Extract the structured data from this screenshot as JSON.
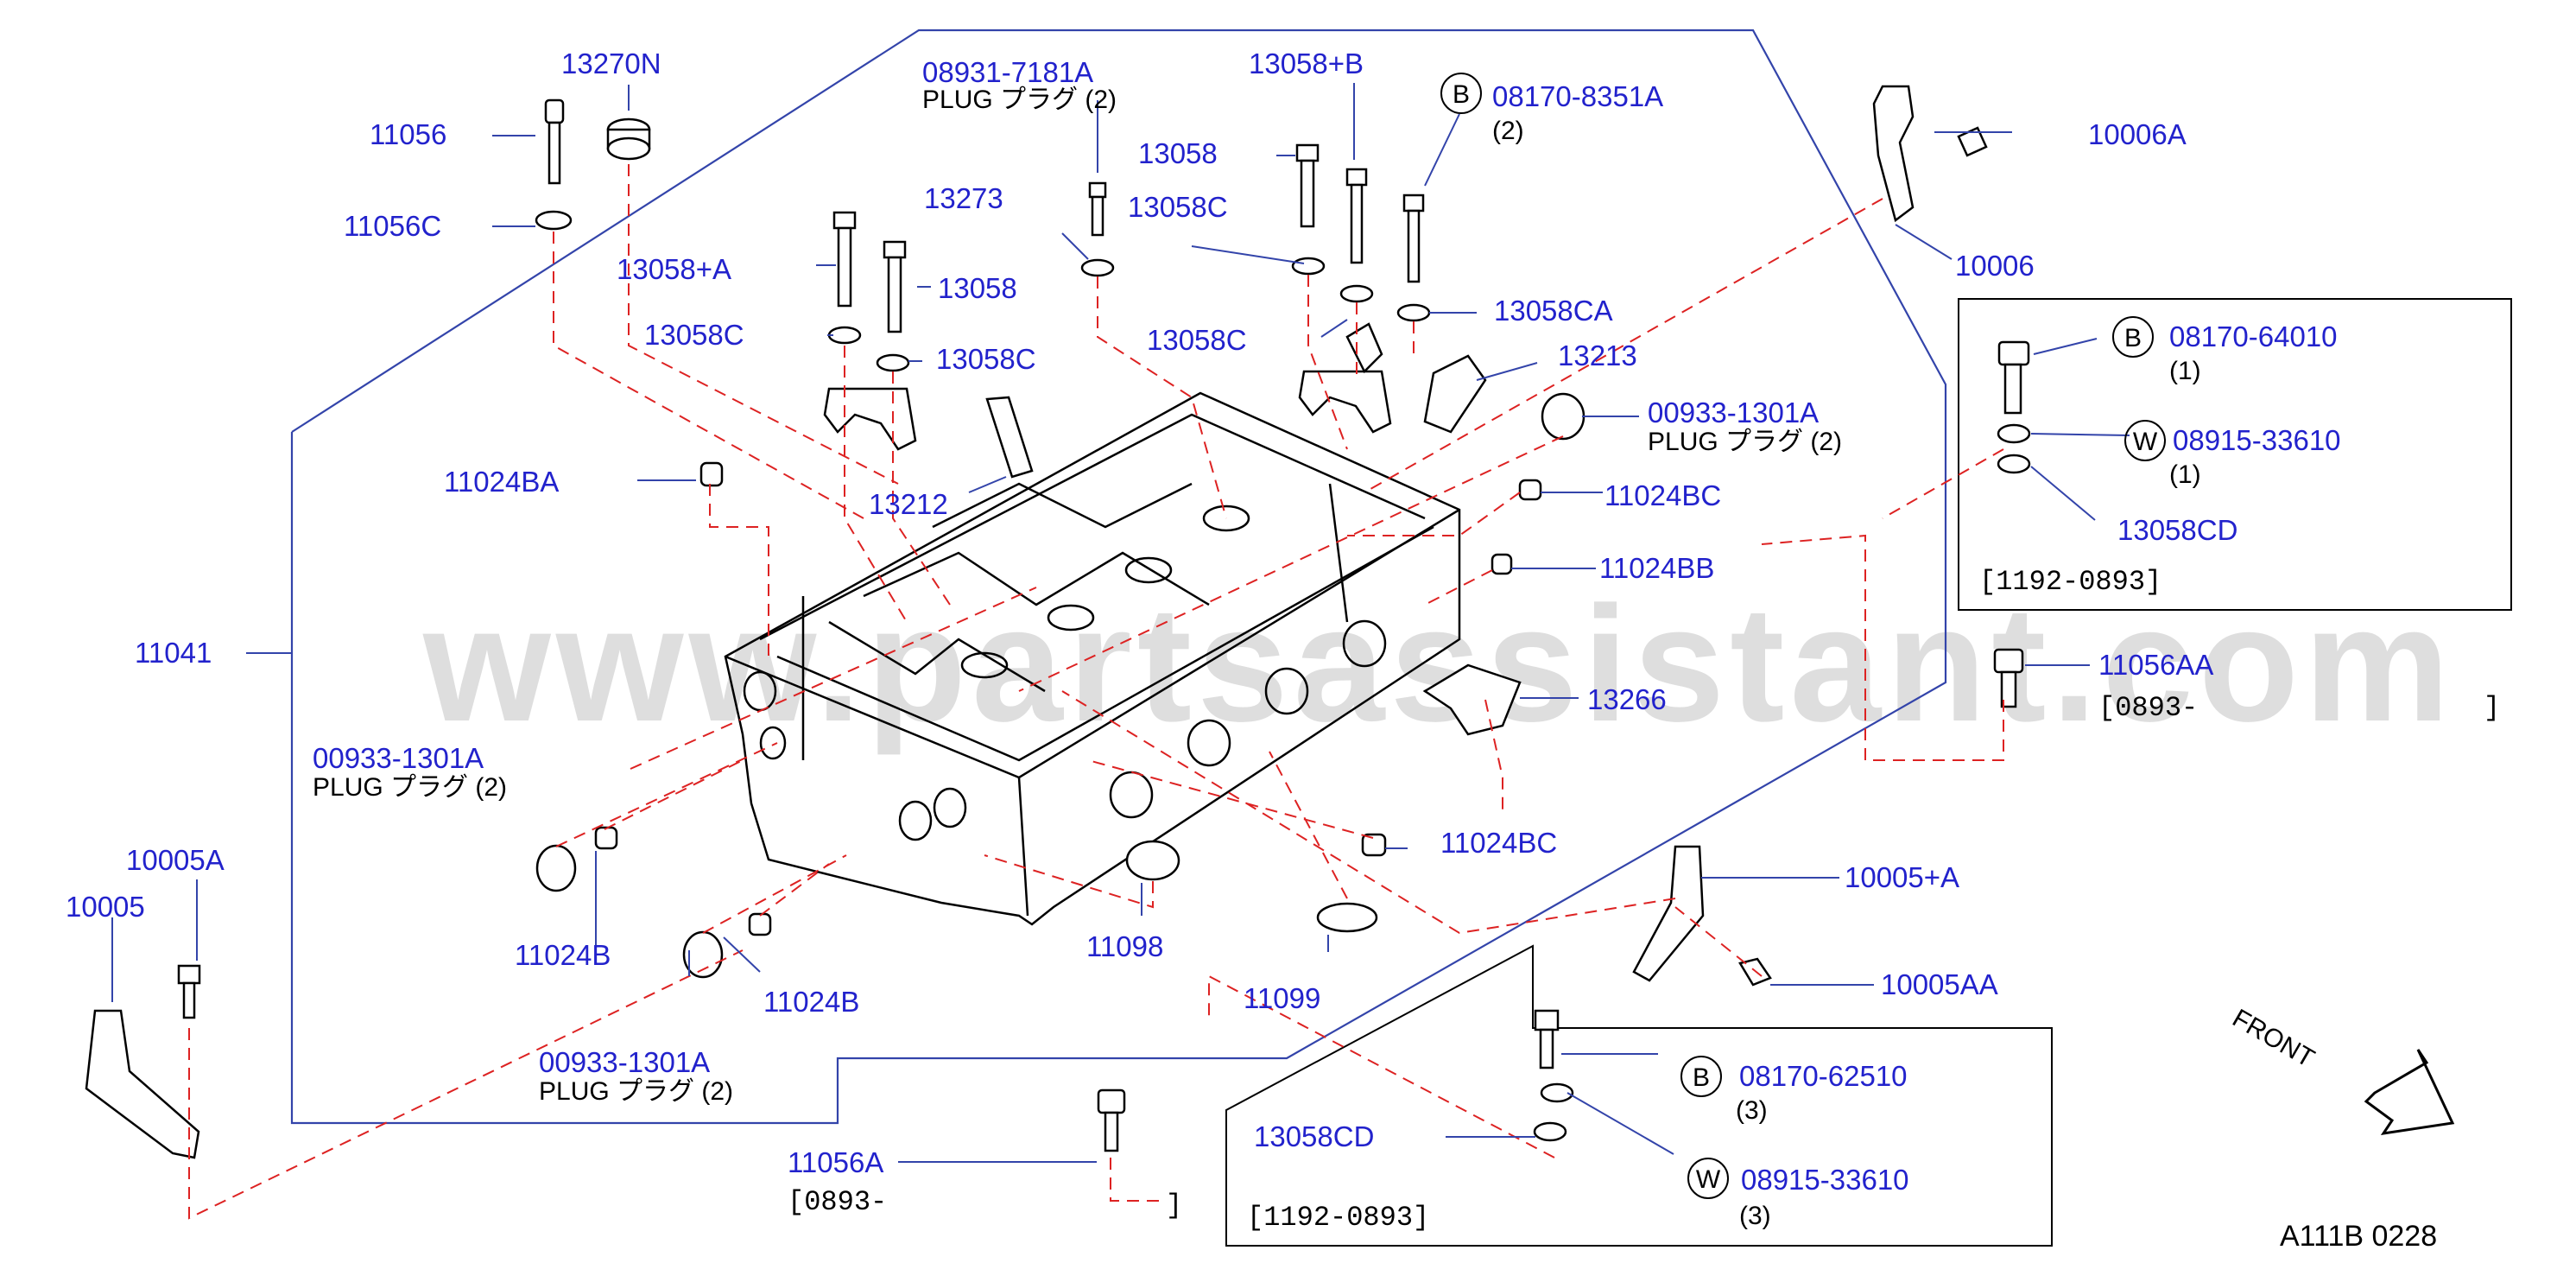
{
  "diagram": {
    "watermark": "www.partsassistant.com",
    "code": "A111B  0228",
    "front_label": "FRONT",
    "parts": {
      "p13270N": "13270N",
      "p11056": "11056",
      "p11056C": "11056C",
      "p08931": "08931-7181A",
      "plug08931": "PLUG  プラグ (2)",
      "p13058B": "13058+B",
      "p08170_8351A": "08170-8351A",
      "q08170_8351A": "(2)",
      "p10006A": "10006A",
      "p13058_a": "13058",
      "p13273": "13273",
      "p13058C_a": "13058C",
      "p13058A": "13058+A",
      "p13058_b": "13058",
      "p10006": "10006",
      "p13058C_b": "13058C",
      "p13058C_c": "13058C",
      "p13058CA": "13058CA",
      "p13058C_d": "13058C",
      "p13213": "13213",
      "p00933_a": "00933-1301A",
      "plug00933_a": "PLUG  プラグ (2)",
      "p13212": "13212",
      "p11024BA": "11024BA",
      "p11024BC_a": "11024BC",
      "p11024BB": "11024BB",
      "p11041": "11041",
      "p13266": "13266",
      "p00933_b": "00933-1301A",
      "plug00933_b": "PLUG  プラグ (2)",
      "p10005A": "10005A",
      "p10005": "10005",
      "p11024B_a": "11024B",
      "p11024B_b": "11024B",
      "p11024BC_b": "11024BC",
      "p11098": "11098",
      "p11099": "11099",
      "p10005plusA": "10005+A",
      "p10005AA": "10005AA",
      "p00933_c": "00933-1301A",
      "plug00933_c": "PLUG  プラグ (2)",
      "p11056A": "11056A",
      "range11056A": "[0893-",
      "close11056A": "]",
      "p11056AA": "11056AA",
      "range11056AA": "[0893-",
      "close11056AA": "]"
    },
    "inset_top": {
      "b_bolt": "08170-64010",
      "b_qty": "(1)",
      "w_washer": "08915-33610",
      "w_qty": "(1)",
      "washer": "13058CD",
      "range": "[1192-0893]"
    },
    "inset_bottom": {
      "b_bolt": "08170-62510",
      "b_qty": "(3)",
      "w_washer": "08915-33610",
      "w_qty": "(3)",
      "washer": "13058CD",
      "range": "[1192-0893]"
    },
    "symbols": {
      "bolt": "B",
      "washer": "W"
    }
  }
}
